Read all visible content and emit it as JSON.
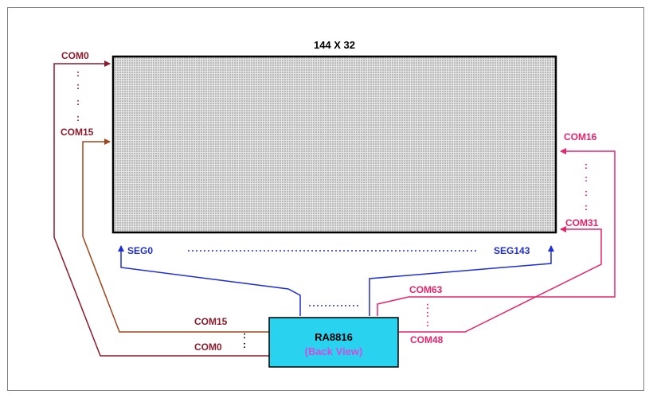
{
  "diagram": {
    "display_title": "144 X 32",
    "chip": {
      "name": "RA8816",
      "subtitle": "(Back View)"
    },
    "left_top_group": {
      "first": "COM0",
      "last": "COM15"
    },
    "right_group": {
      "first": "COM16",
      "last": "COM31"
    },
    "segments": {
      "first": "SEG0",
      "last": "SEG143"
    },
    "chip_left_labels": {
      "upper": "COM15",
      "lower": "COM0"
    },
    "chip_right_labels": {
      "upper": "COM63",
      "lower": "COM48"
    },
    "colors": {
      "com_lower_group": "#8b1a2a",
      "com_upper_group": "#a0461a",
      "seg": "#1f2ed6",
      "com_right_group": "#e8246a",
      "chip_fill": "#29d3f0",
      "chip_subtitle": "#d24be0"
    }
  }
}
